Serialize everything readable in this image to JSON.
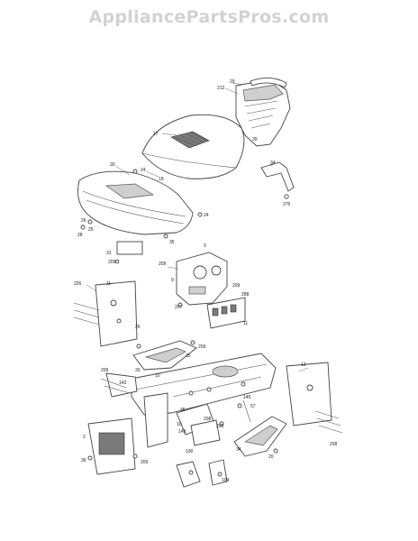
{
  "watermark": "AppliancePartsPros.com",
  "labels": [
    "29",
    "212",
    "17",
    "39",
    "30",
    "24",
    "19",
    "34",
    "275",
    "26",
    "28",
    "24",
    "25",
    "35",
    "31",
    "209",
    "209",
    "9",
    "9",
    "326",
    "11",
    "209",
    "288",
    "207",
    "11",
    "26",
    "209",
    "33",
    "10",
    "35",
    "209",
    "143",
    "2",
    "209",
    "35",
    "208",
    "10",
    "143",
    "145",
    "57",
    "208",
    "13",
    "34",
    "208",
    "36",
    "20",
    "100",
    "104"
  ]
}
